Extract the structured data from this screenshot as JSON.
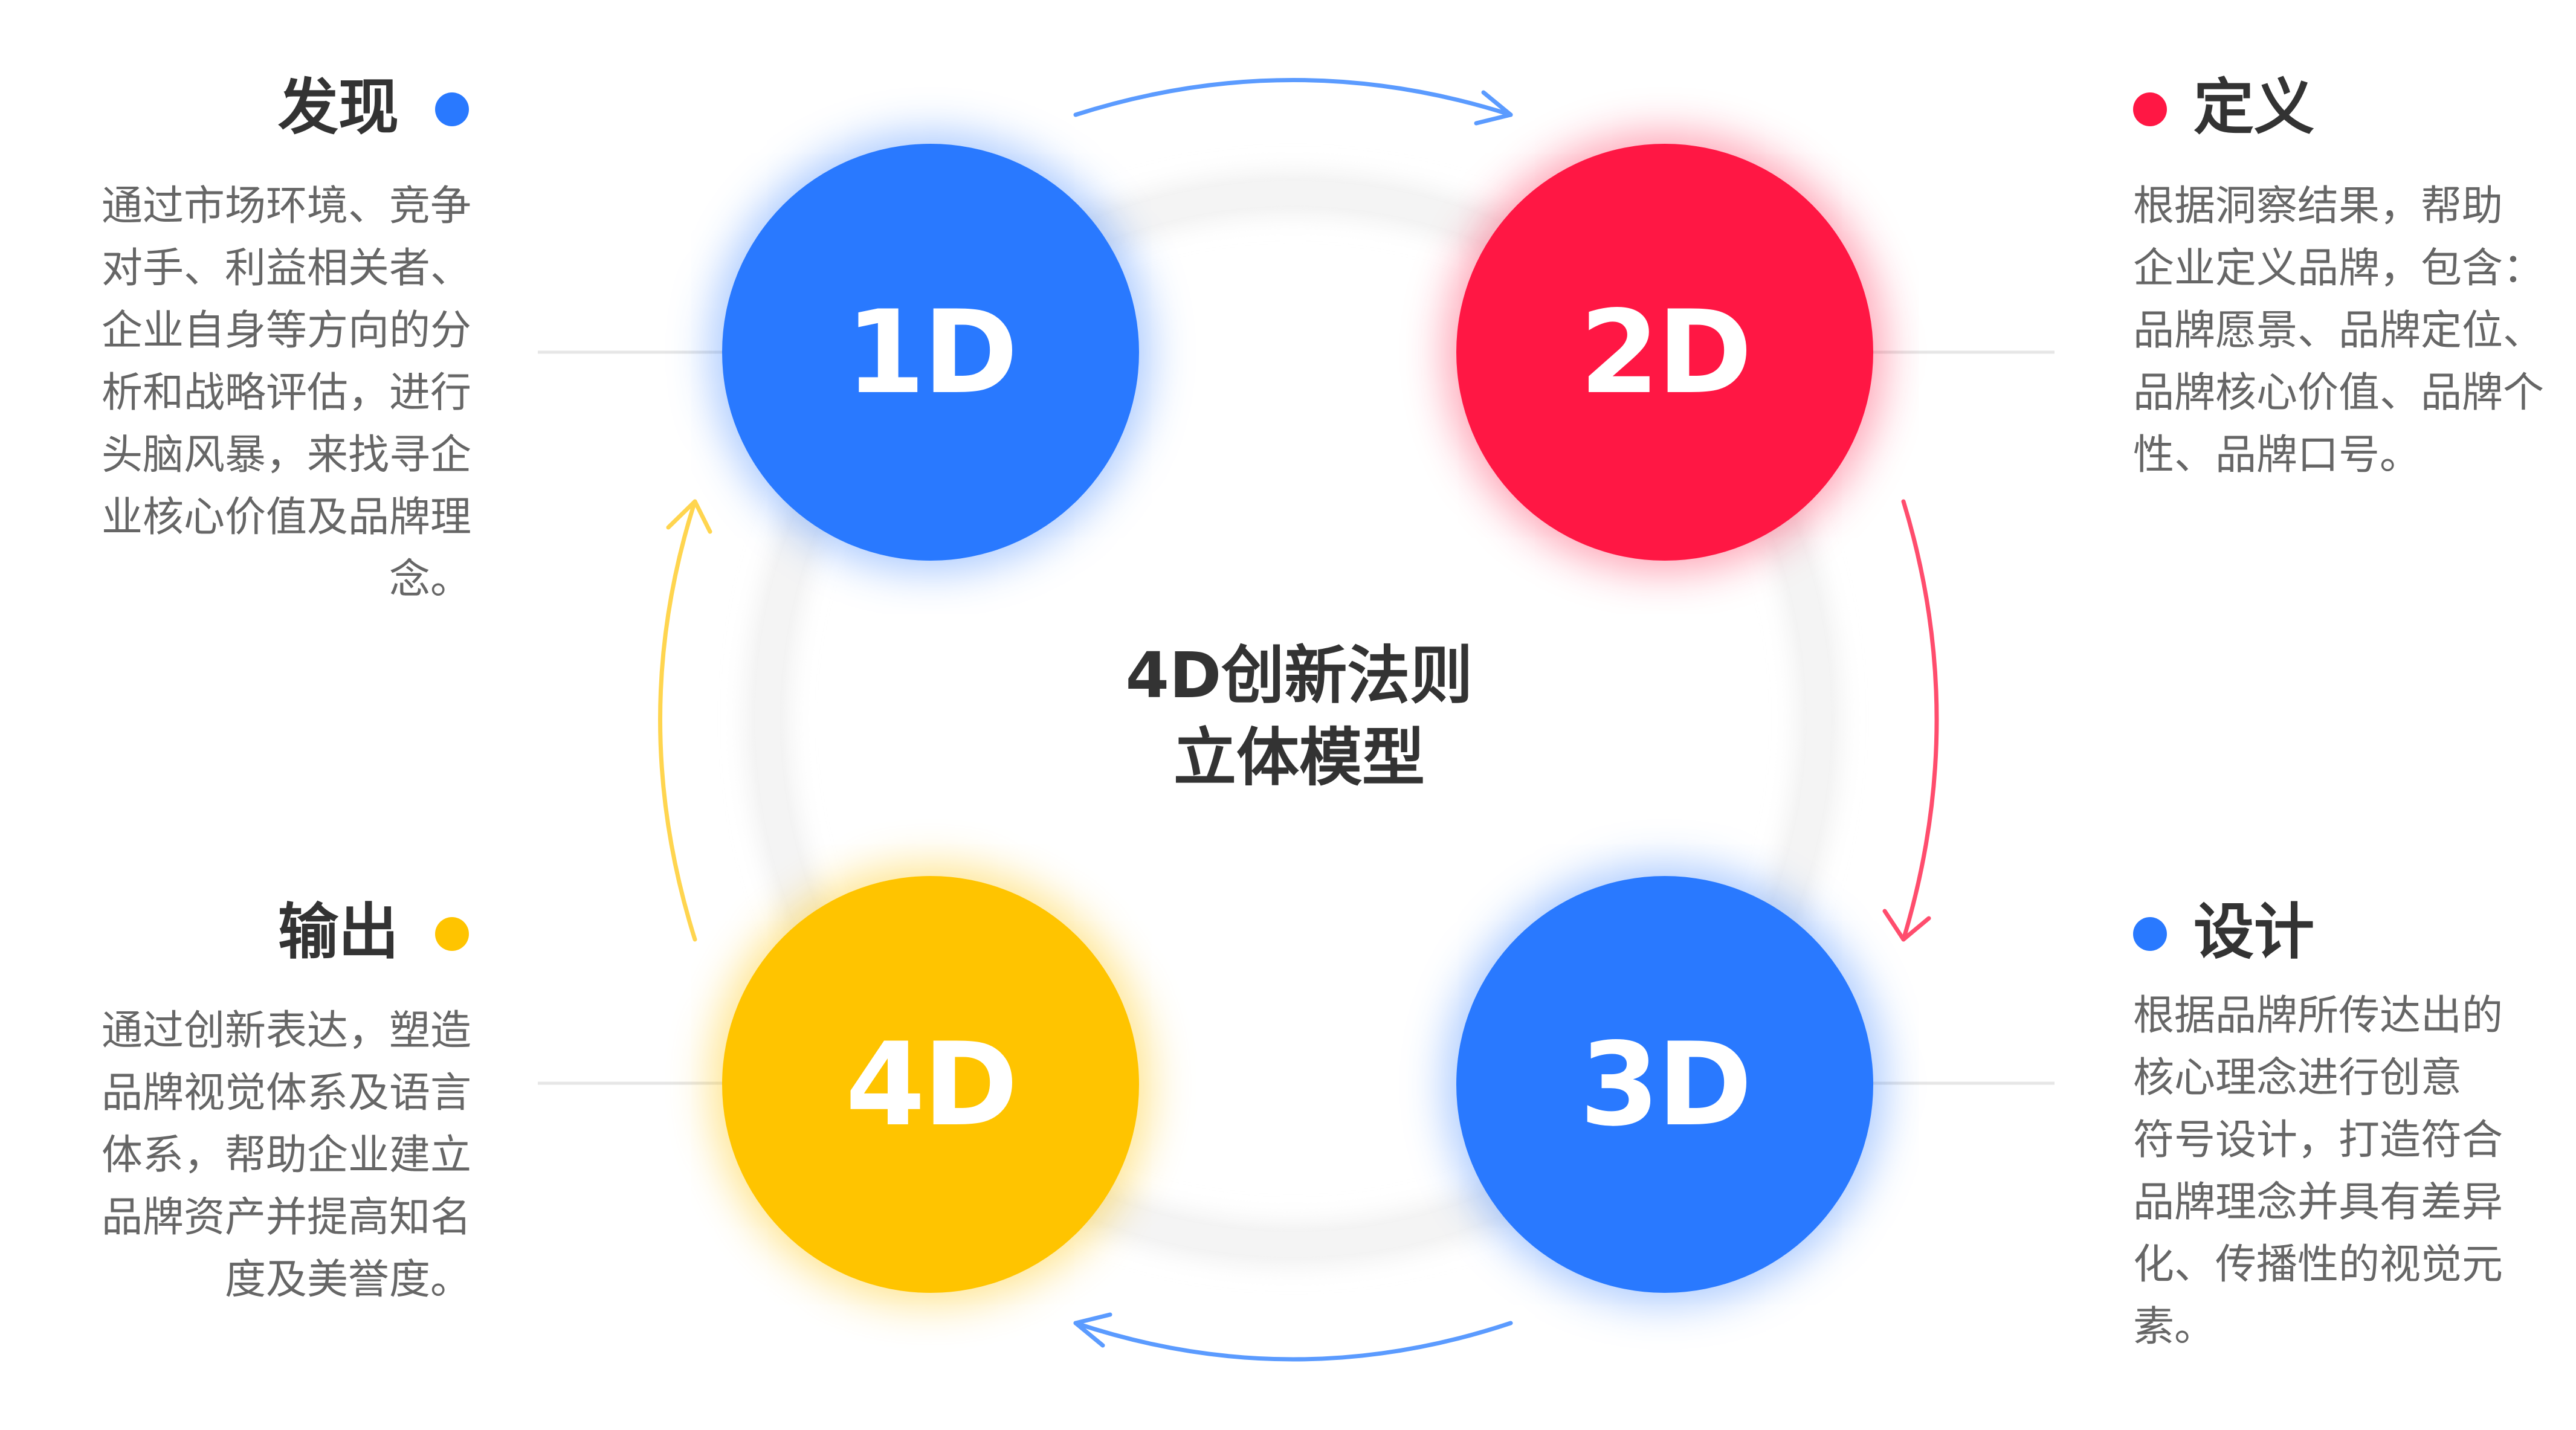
{
  "center": {
    "line1": "4D创新法则",
    "line2": "立体模型"
  },
  "stages": [
    {
      "label": "1D",
      "color": "#2979FF",
      "glow": "rgba(41,121,255,0.40)"
    },
    {
      "label": "2D",
      "color": "#FF1744",
      "glow": "rgba(255,23,68,0.40)"
    },
    {
      "label": "3D",
      "color": "#2979FF",
      "glow": "rgba(41,121,255,0.40)"
    },
    {
      "label": "4D",
      "color": "#FFC400",
      "glow": "rgba(255,196,0,0.45)"
    }
  ],
  "blocks": [
    {
      "title": "发现",
      "dot_color": "#2979FF",
      "text": "通过市场环境、竞争\n对手、利益相关者、\n企业自身等方向的分\n析和战略评估，进行\n头脑风暴，来找寻企\n业核心价值及品牌理\n念。"
    },
    {
      "title": "定义",
      "dot_color": "#FF1744",
      "text": "根据洞察结果，帮助\n企业定义品牌，包含：\n品牌愿景、品牌定位、\n品牌核心价值、品牌个\n性、品牌口号。"
    },
    {
      "title": "设计",
      "dot_color": "#2979FF",
      "text": "根据品牌所传达出的\n核心理念进行创意\n符号设计，打造符合\n品牌理念并具有差异\n化、传播性的视觉元\n素。"
    },
    {
      "title": "输出",
      "dot_color": "#FFC400",
      "text": "通过创新表达，塑造\n品牌视觉体系及语言\n体系，帮助企业建立\n品牌资产并提高知名\n度及美誉度。"
    }
  ],
  "arrows": {
    "top": "#5B9BFF",
    "right": "#FF4D6D",
    "bottom": "#5B9BFF",
    "left": "#FFD54F"
  },
  "ring_color": "#F4F4F4",
  "connector_color": "#E6E6E6"
}
